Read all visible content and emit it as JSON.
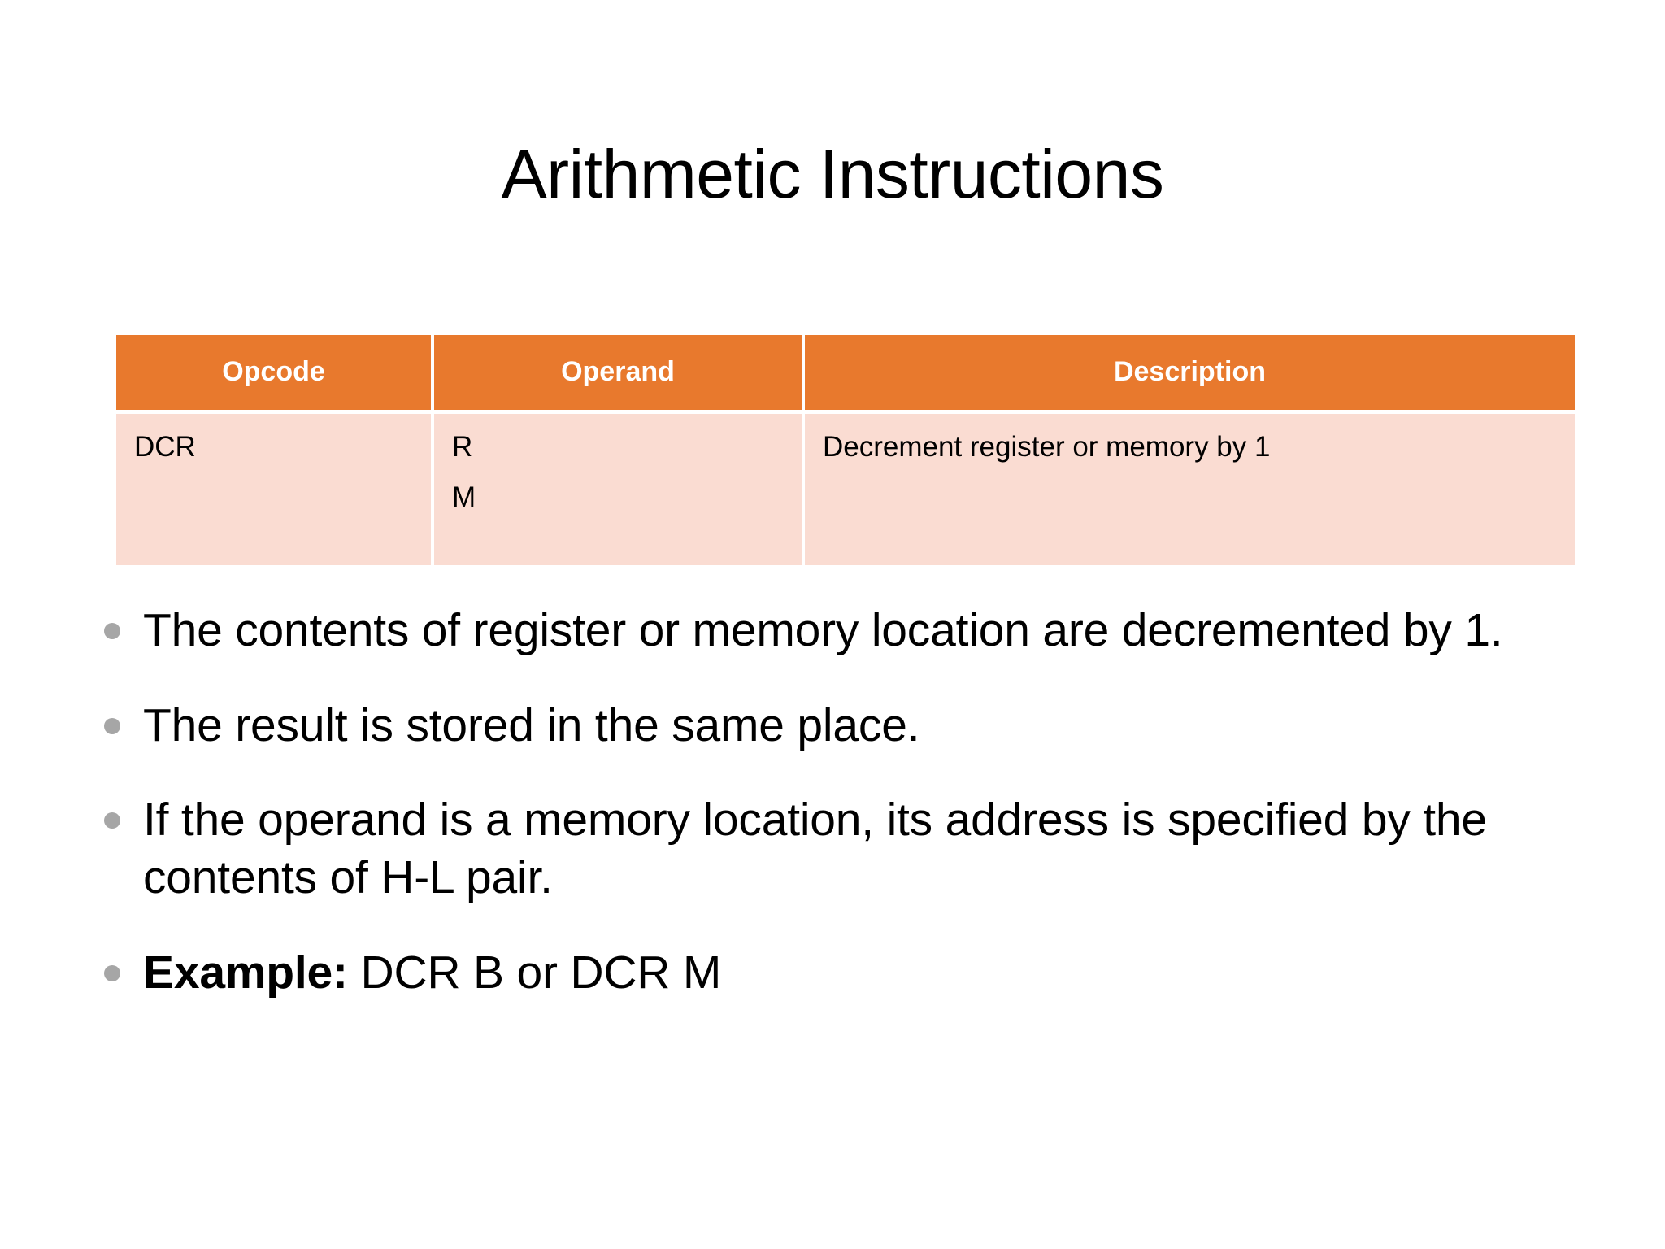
{
  "slide": {
    "title": "Arithmetic Instructions",
    "theme": {
      "header_bg": "#E8792D",
      "header_text": "#FFFFFF",
      "row_bg": "#FADCD2",
      "body_text": "#000000",
      "bullet_marker": "#A6A6A6",
      "background": "#FFFFFF"
    }
  },
  "table": {
    "columns": [
      "Opcode",
      "Operand",
      "Description"
    ],
    "rows": [
      {
        "opcode": "DCR",
        "operands": [
          "R",
          "M"
        ],
        "description": "Decrement register or memory by 1"
      }
    ]
  },
  "bullets": [
    {
      "label": "",
      "text": "The contents of register or memory location are decremented by 1."
    },
    {
      "label": "",
      "text": "The result is stored in the same place."
    },
    {
      "label": "",
      "text": "If the operand is a memory location, its address is specified by the contents of H-L pair."
    },
    {
      "label": "Example:",
      "text": "DCR B or DCR M"
    }
  ]
}
